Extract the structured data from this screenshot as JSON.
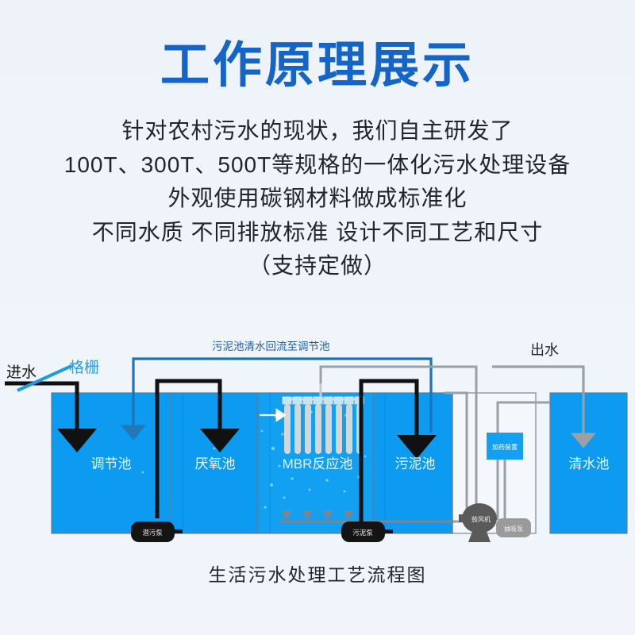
{
  "hero": {
    "title": "工作原理展示",
    "lines": [
      "针对农村污水的现状，我们自主研发了",
      "100T、300T、500T等规格的一体化污水处理设备",
      "外观使用碳钢材料做成标准化",
      "不同水质 不同排放标准 设计不同工艺和尺寸",
      "（支持定做）"
    ]
  },
  "diagram": {
    "caption": "生活污水处理工艺流程图",
    "labels": {
      "inlet": "进水",
      "grating": "格栅",
      "return_pipe": "污泥池清水回流至调节池",
      "outlet": "出水"
    },
    "tanks": [
      {
        "name": "调节池"
      },
      {
        "name": "厌氧池"
      },
      {
        "name": "MBR反应池"
      },
      {
        "name": "污泥池"
      },
      {
        "name": "清水池"
      }
    ],
    "equipment": [
      {
        "name": "潜污泵"
      },
      {
        "name": "污泥泵"
      },
      {
        "name": "鼓风机"
      },
      {
        "name": "抽吸泵"
      },
      {
        "name": "加药装置"
      }
    ]
  },
  "colors": {
    "title_blue": "#1565c8",
    "water_blue": "#0c9bf0",
    "pipe_blue": "#1f72b4",
    "pipe_black": "#111111",
    "pipe_gray": "#9aa0a6",
    "membrane_gray": "#d4d6d8",
    "background": "#eef3fa"
  }
}
